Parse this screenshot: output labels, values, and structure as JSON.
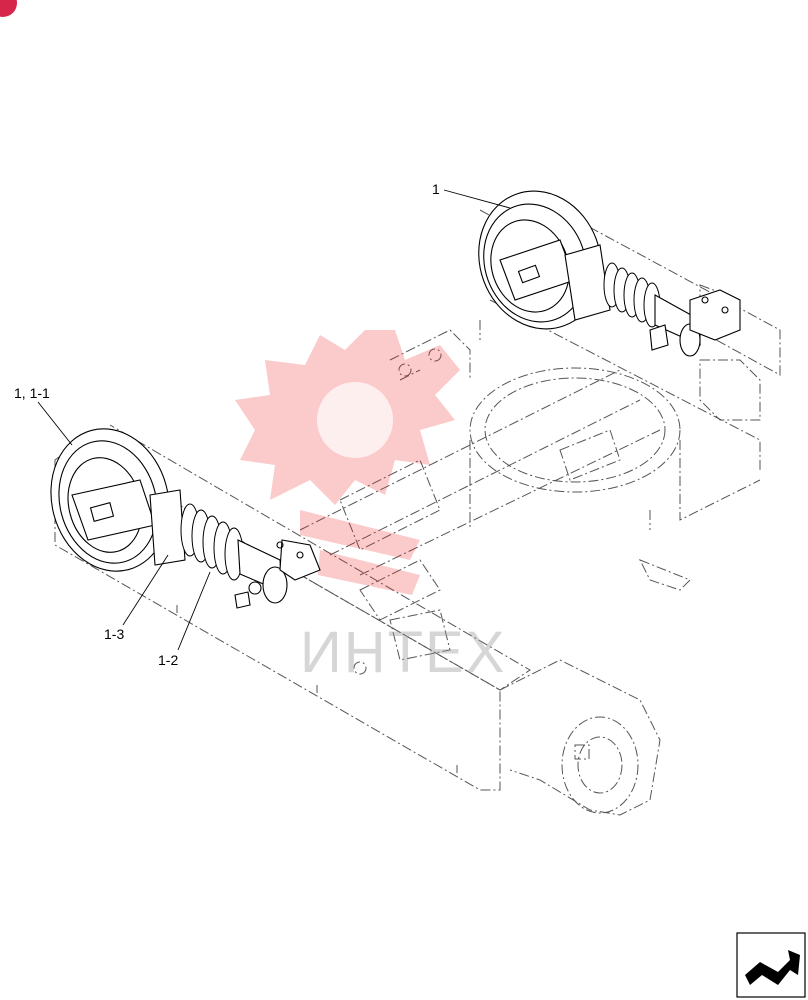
{
  "callouts": {
    "item_1": "1",
    "item_1_1": "1, 1-1",
    "item_1_3": "1-3",
    "item_1_2": "1-2"
  },
  "watermark": {
    "text": "ИНТЕХ",
    "color": "#ee2a2a"
  },
  "icons": {
    "corner_badge": "red-circle-badge",
    "nav_icon": "next-page-arrow-icon"
  }
}
